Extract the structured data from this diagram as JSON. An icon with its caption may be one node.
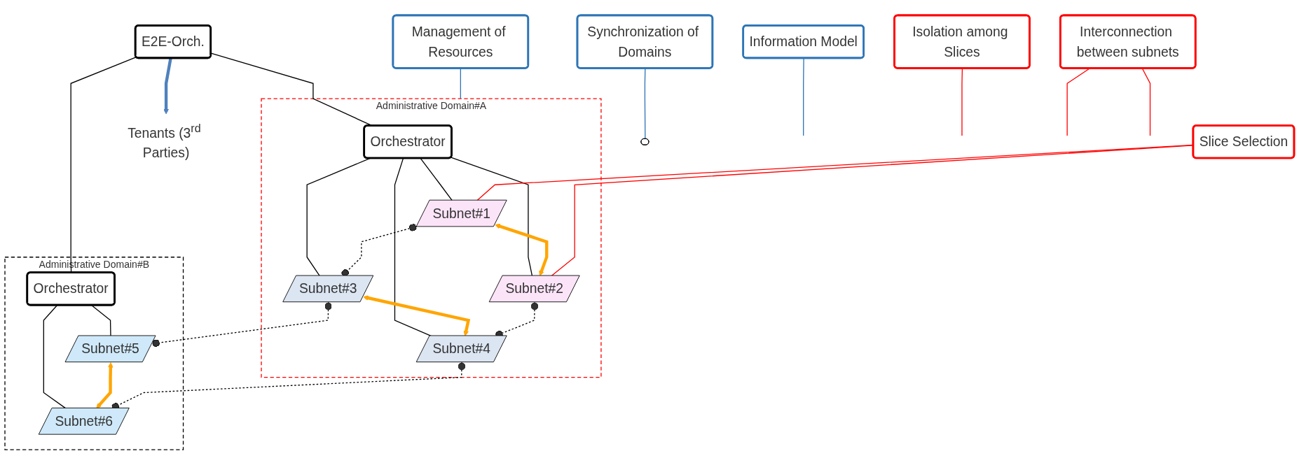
{
  "diagram": {
    "nodes": [
      {
        "text": [
          "Tenants (3$^{rd}$ Parties)"
        ]
      },
      {
        "text": [
          "Information Model"
        ]
      },
      {
        "text": [
          "Management of Resources"
        ]
      },
      {
        "text": [
          "E2E-Orch."
        ]
      },
      {
        "text": [
          "Synchronization of Domains"
        ]
      },
      {
        "text": [
          "Administrative Domain#A"
        ]
      },
      {
        "text": [
          "Orchestrator"
        ],
        "in": 5
      },
      {
        "text": [
          "Subnet#1"
        ],
        "in": 5
      },
      {
        "text": [
          "Subnet#3"
        ],
        "in": 5
      },
      {
        "text": [
          "Subnet#2"
        ],
        "in": 5
      },
      {
        "text": [
          "Subnet#4"
        ],
        "in": 5
      },
      {
        "text": [
          "Administrative Domain#B"
        ]
      },
      {
        "text": [
          "Orchestrator"
        ],
        "in": 11
      },
      {
        "text": [
          "Subnet#5"
        ],
        "in": 11
      },
      {
        "text": [
          "Subnet#6"
        ],
        "in": 11
      },
      {
        "text": [
          "Slice Selection"
        ]
      },
      {
        "text": [
          "Isolation among Slices"
        ]
      },
      {
        "text": [
          "Interconnection between subnets"
        ]
      },
      {
        "text": [],
        "shape": "ellipse"
      }
    ],
    "edges": [
      {
        "from": 3,
        "to": 0,
        "arrow": "to",
        "style": "thick",
        "color": "#4f81bd"
      },
      {
        "from": 1,
        "to": null,
        "arrow": "none",
        "color": "#2e75b6"
      },
      {
        "from": 2,
        "to": 5,
        "arrow": "none",
        "color": "#2e75b6"
      },
      {
        "from": 4,
        "to": 18,
        "arrow": "none",
        "color": "#2e75b6"
      },
      {
        "from": 3,
        "to": 6,
        "arrow": "none"
      },
      {
        "from": 3,
        "to": 12,
        "arrow": "none"
      },
      {
        "from": 6,
        "to": 7,
        "arrow": "none"
      },
      {
        "from": 6,
        "to": 8,
        "arrow": "none"
      },
      {
        "from": 6,
        "to": 9,
        "arrow": "none"
      },
      {
        "from": 6,
        "to": 10,
        "arrow": "none"
      },
      {
        "from": 12,
        "to": 13,
        "arrow": "none"
      },
      {
        "from": 12,
        "to": 14,
        "arrow": "none"
      },
      {
        "from": 7,
        "to": 9,
        "arrow": "both",
        "style": "thick",
        "color": "#ffa500"
      },
      {
        "from": 8,
        "to": 10,
        "arrow": "both",
        "style": "thick",
        "color": "#ffa500"
      },
      {
        "from": 13,
        "to": 14,
        "arrow": "both",
        "style": "thick",
        "color": "#ffa500"
      },
      {
        "from": 7,
        "to": 8,
        "arrow": "other",
        "style": "dashed"
      },
      {
        "from": 8,
        "to": 13,
        "arrow": "other",
        "style": "dashed"
      },
      {
        "from": 9,
        "to": 10,
        "arrow": "other",
        "style": "dashed"
      },
      {
        "from": 10,
        "to": 14,
        "arrow": "other",
        "style": "dashed"
      },
      {
        "from": 15,
        "to": 7,
        "arrow": "none",
        "color": "#ff0000"
      },
      {
        "from": 15,
        "to": 9,
        "arrow": "none",
        "color": "#ff0000"
      },
      {
        "from": 16,
        "to": null,
        "arrow": "none",
        "color": "#ff0000"
      },
      {
        "from": 17,
        "to": null,
        "arrow": "none",
        "color": "#ff0000"
      },
      {
        "from": 17,
        "to": null,
        "arrow": "none",
        "color": "#ff0000"
      }
    ]
  }
}
